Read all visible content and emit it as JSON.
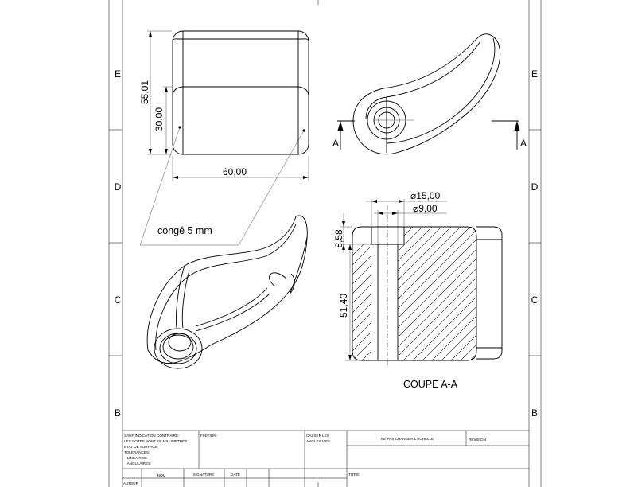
{
  "zones": {
    "left": [
      "E",
      "D",
      "C",
      "B"
    ],
    "right": [
      "E",
      "D",
      "C",
      "B"
    ]
  },
  "dimensions": {
    "overall_height": "55,01",
    "upper_height": "30,00",
    "width": "60,00",
    "dia_outer": "⌀15,00",
    "dia_inner": "⌀9,00",
    "counterbore_depth": "8,58",
    "bore_depth": "51,40"
  },
  "annotations": {
    "fillet_note": "congé 5 mm",
    "section_title": "COUPE A-A",
    "section_mark_left": "A",
    "section_mark_right": "A"
  },
  "title_block": {
    "general_notes": [
      "SAUF INDICATION CONTRAIRE:",
      "LES COTES SONT EN MILLIMETRES",
      "ETAT DE SURFACE:",
      "TOLERANCES:",
      "   LINEAIRES:",
      "   ANGULAIRES:"
    ],
    "finish_label": "FINITION:",
    "break_edges": [
      "CASSER LES",
      "ANGLES VIFS"
    ],
    "no_scale": "NE PAS CHANGER L'ECHELLE",
    "revision_label": "REVISION",
    "col_nom": "NOM",
    "col_signature": "SIGNATURE",
    "col_date": "DATE",
    "row_author": "AUTEUR",
    "title_label": "TITRE:"
  }
}
